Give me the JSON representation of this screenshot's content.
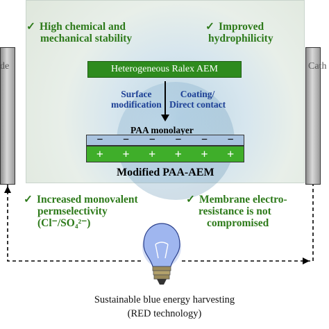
{
  "top_left_text": {
    "line1": "High chemical and",
    "line2": "mechanical stability"
  },
  "top_right_text": {
    "line1": "Improved",
    "line2": "hydrophilicity"
  },
  "aem_label": "Heterogeneous Ralex AEM",
  "process_left": {
    "line1": "Surface",
    "line2": "modification"
  },
  "process_right": {
    "line1": "Coating/",
    "line2": "Direct contact"
  },
  "paa_label": "PAA monolayer",
  "paa_charge": "−",
  "aem_charge": "+",
  "modified_label": "Modified PAA-AEM",
  "bottom_left_text": {
    "line1": "Increased monovalent",
    "line2": "permselectivity",
    "line3": "(Cl⁻/SO₄²⁻)"
  },
  "bottom_right_text": {
    "line1": "Membrane electro-",
    "line2": "resistance is not",
    "line3": "compromised"
  },
  "left_electrode_label": "de",
  "right_electrode_label": "Cath",
  "check_mark": "✓",
  "caption": {
    "line1": "Sustainable blue energy harvesting",
    "line2": "(RED technology)"
  },
  "colors": {
    "green": "#2e8b1e",
    "blue_text": "#1c3f95",
    "paa": "#a9c3df",
    "aem": "#3fae2a"
  }
}
